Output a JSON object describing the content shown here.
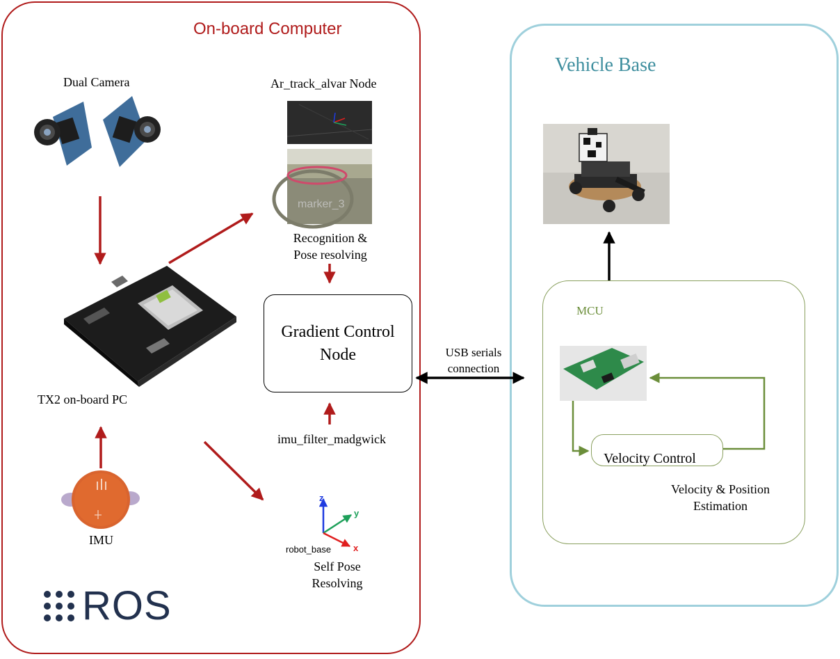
{
  "panels": {
    "computer": {
      "title": "On-board Computer"
    },
    "vehicle": {
      "title": "Vehicle Base"
    }
  },
  "labels": {
    "dual_camera": "Dual Camera",
    "ar_track": "Ar_track_alvar Node",
    "recognition_1": "Recognition &",
    "recognition_2": "Pose resolving",
    "tx2": "TX2 on-board PC",
    "imu": "IMU",
    "imu_filter": "imu_filter_madgwick",
    "self_pose_1": "Self Pose",
    "self_pose_2": "Resolving",
    "robot_base": "robot_base",
    "usb_1": "USB serials",
    "usb_2": "connection",
    "mcu": "MCU",
    "velocity_control": "Velocity Control",
    "vel_pos_1": "Velocity & Position",
    "vel_pos_2": "Estimation"
  },
  "gradient_node": {
    "line1": "Gradient Control",
    "line2": "Node"
  },
  "axes": {
    "x": "x",
    "y": "y",
    "z": "z"
  },
  "ar_screen": {
    "marker_text": "marker_3"
  },
  "logos": {
    "ros": "ROS"
  },
  "colors": {
    "computer_accent": "#b01b1b",
    "vehicle_accent": "#3e8e9e",
    "mcu_accent": "#6b8e3a"
  }
}
